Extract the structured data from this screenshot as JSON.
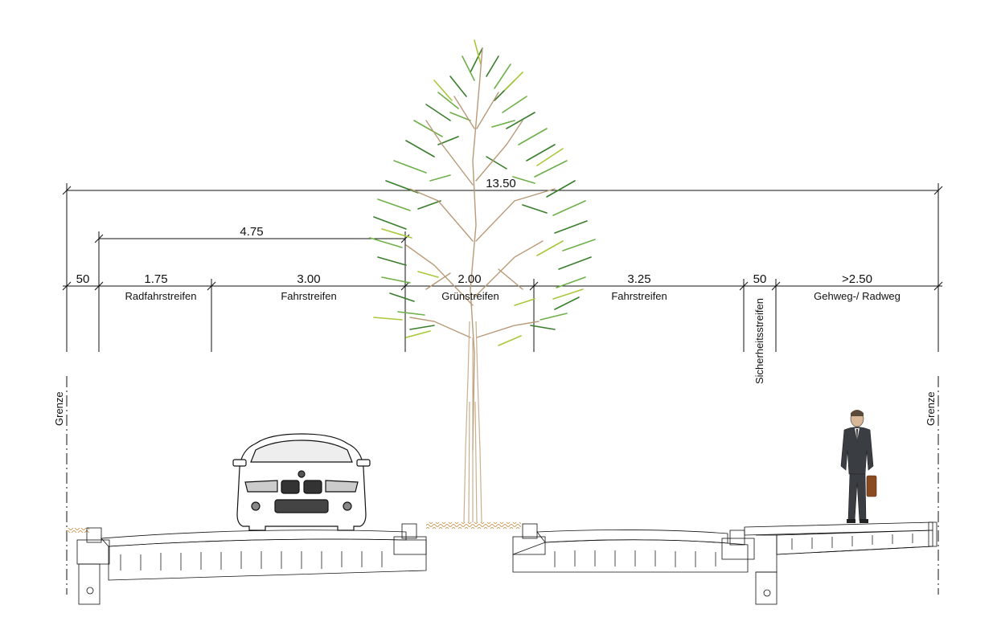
{
  "dimensions": {
    "total": "13.50",
    "subtotal": "4.75",
    "segments": {
      "border_left": "50",
      "bike_lane": "1.75",
      "lane_left": "3.00",
      "green_strip": "2.00",
      "lane_right": "3.25",
      "safety_strip": "50",
      "walkway": ">2.50"
    }
  },
  "labels": {
    "bike_lane": "Radfahrstreifen",
    "lane_left": "Fahrstreifen",
    "green_strip": "Grünstreifen",
    "lane_right": "Fahrstreifen",
    "safety_strip": "Sicherheitsstreifen",
    "walkway": "Gehweg-/ Radweg",
    "boundary_left": "Grenze",
    "boundary_right": "Grenze"
  },
  "colors": {
    "line": "#111111",
    "trunk": "#c9b08e",
    "foliage_dark": "#3a7d2c",
    "foliage_mid": "#6fb04a",
    "foliage_light": "#a8c83a",
    "soil": "#c8a46a",
    "suit": "#3a3d42",
    "briefcase": "#8a4a22"
  }
}
